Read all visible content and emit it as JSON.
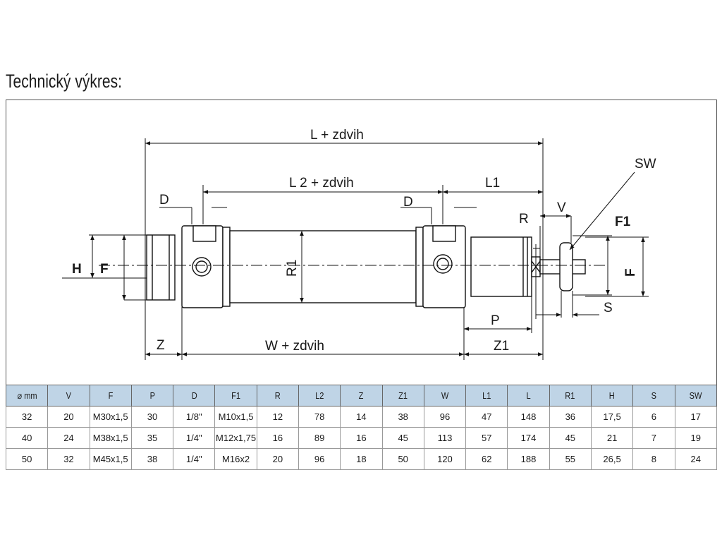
{
  "page": {
    "title": "Technický výkres:"
  },
  "drawing": {
    "labels": {
      "l_stroke": "L + zdvih",
      "l2_stroke": "L 2 + zdvih",
      "l1": "L1",
      "d_left": "D",
      "d_right": "D",
      "r": "R",
      "v": "V",
      "sw": "SW",
      "f1": "F1",
      "h": "H",
      "f_left": "F",
      "r1": "R1",
      "f_right": "F",
      "s": "S",
      "p": "P",
      "z": "Z",
      "w_stroke": "W + zdvih",
      "z1": "Z1"
    }
  },
  "table": {
    "headers": [
      "⌀ mm",
      "V",
      "F",
      "P",
      "D",
      "F1",
      "R",
      "L2",
      "Z",
      "Z1",
      "W",
      "L1",
      "L",
      "R1",
      "H",
      "S",
      "SW"
    ],
    "rows": [
      [
        "32",
        "20",
        "M30x1,5",
        "30",
        "1/8\"",
        "M10x1,5",
        "12",
        "78",
        "14",
        "38",
        "96",
        "47",
        "148",
        "36",
        "17,5",
        "6",
        "17"
      ],
      [
        "40",
        "24",
        "M38x1,5",
        "35",
        "1/4\"",
        "M12x1,75",
        "16",
        "89",
        "16",
        "45",
        "113",
        "57",
        "174",
        "45",
        "21",
        "7",
        "19"
      ],
      [
        "50",
        "32",
        "M45x1,5",
        "38",
        "1/4\"",
        "M16x2",
        "20",
        "96",
        "18",
        "50",
        "120",
        "62",
        "188",
        "55",
        "26,5",
        "8",
        "24"
      ]
    ]
  }
}
